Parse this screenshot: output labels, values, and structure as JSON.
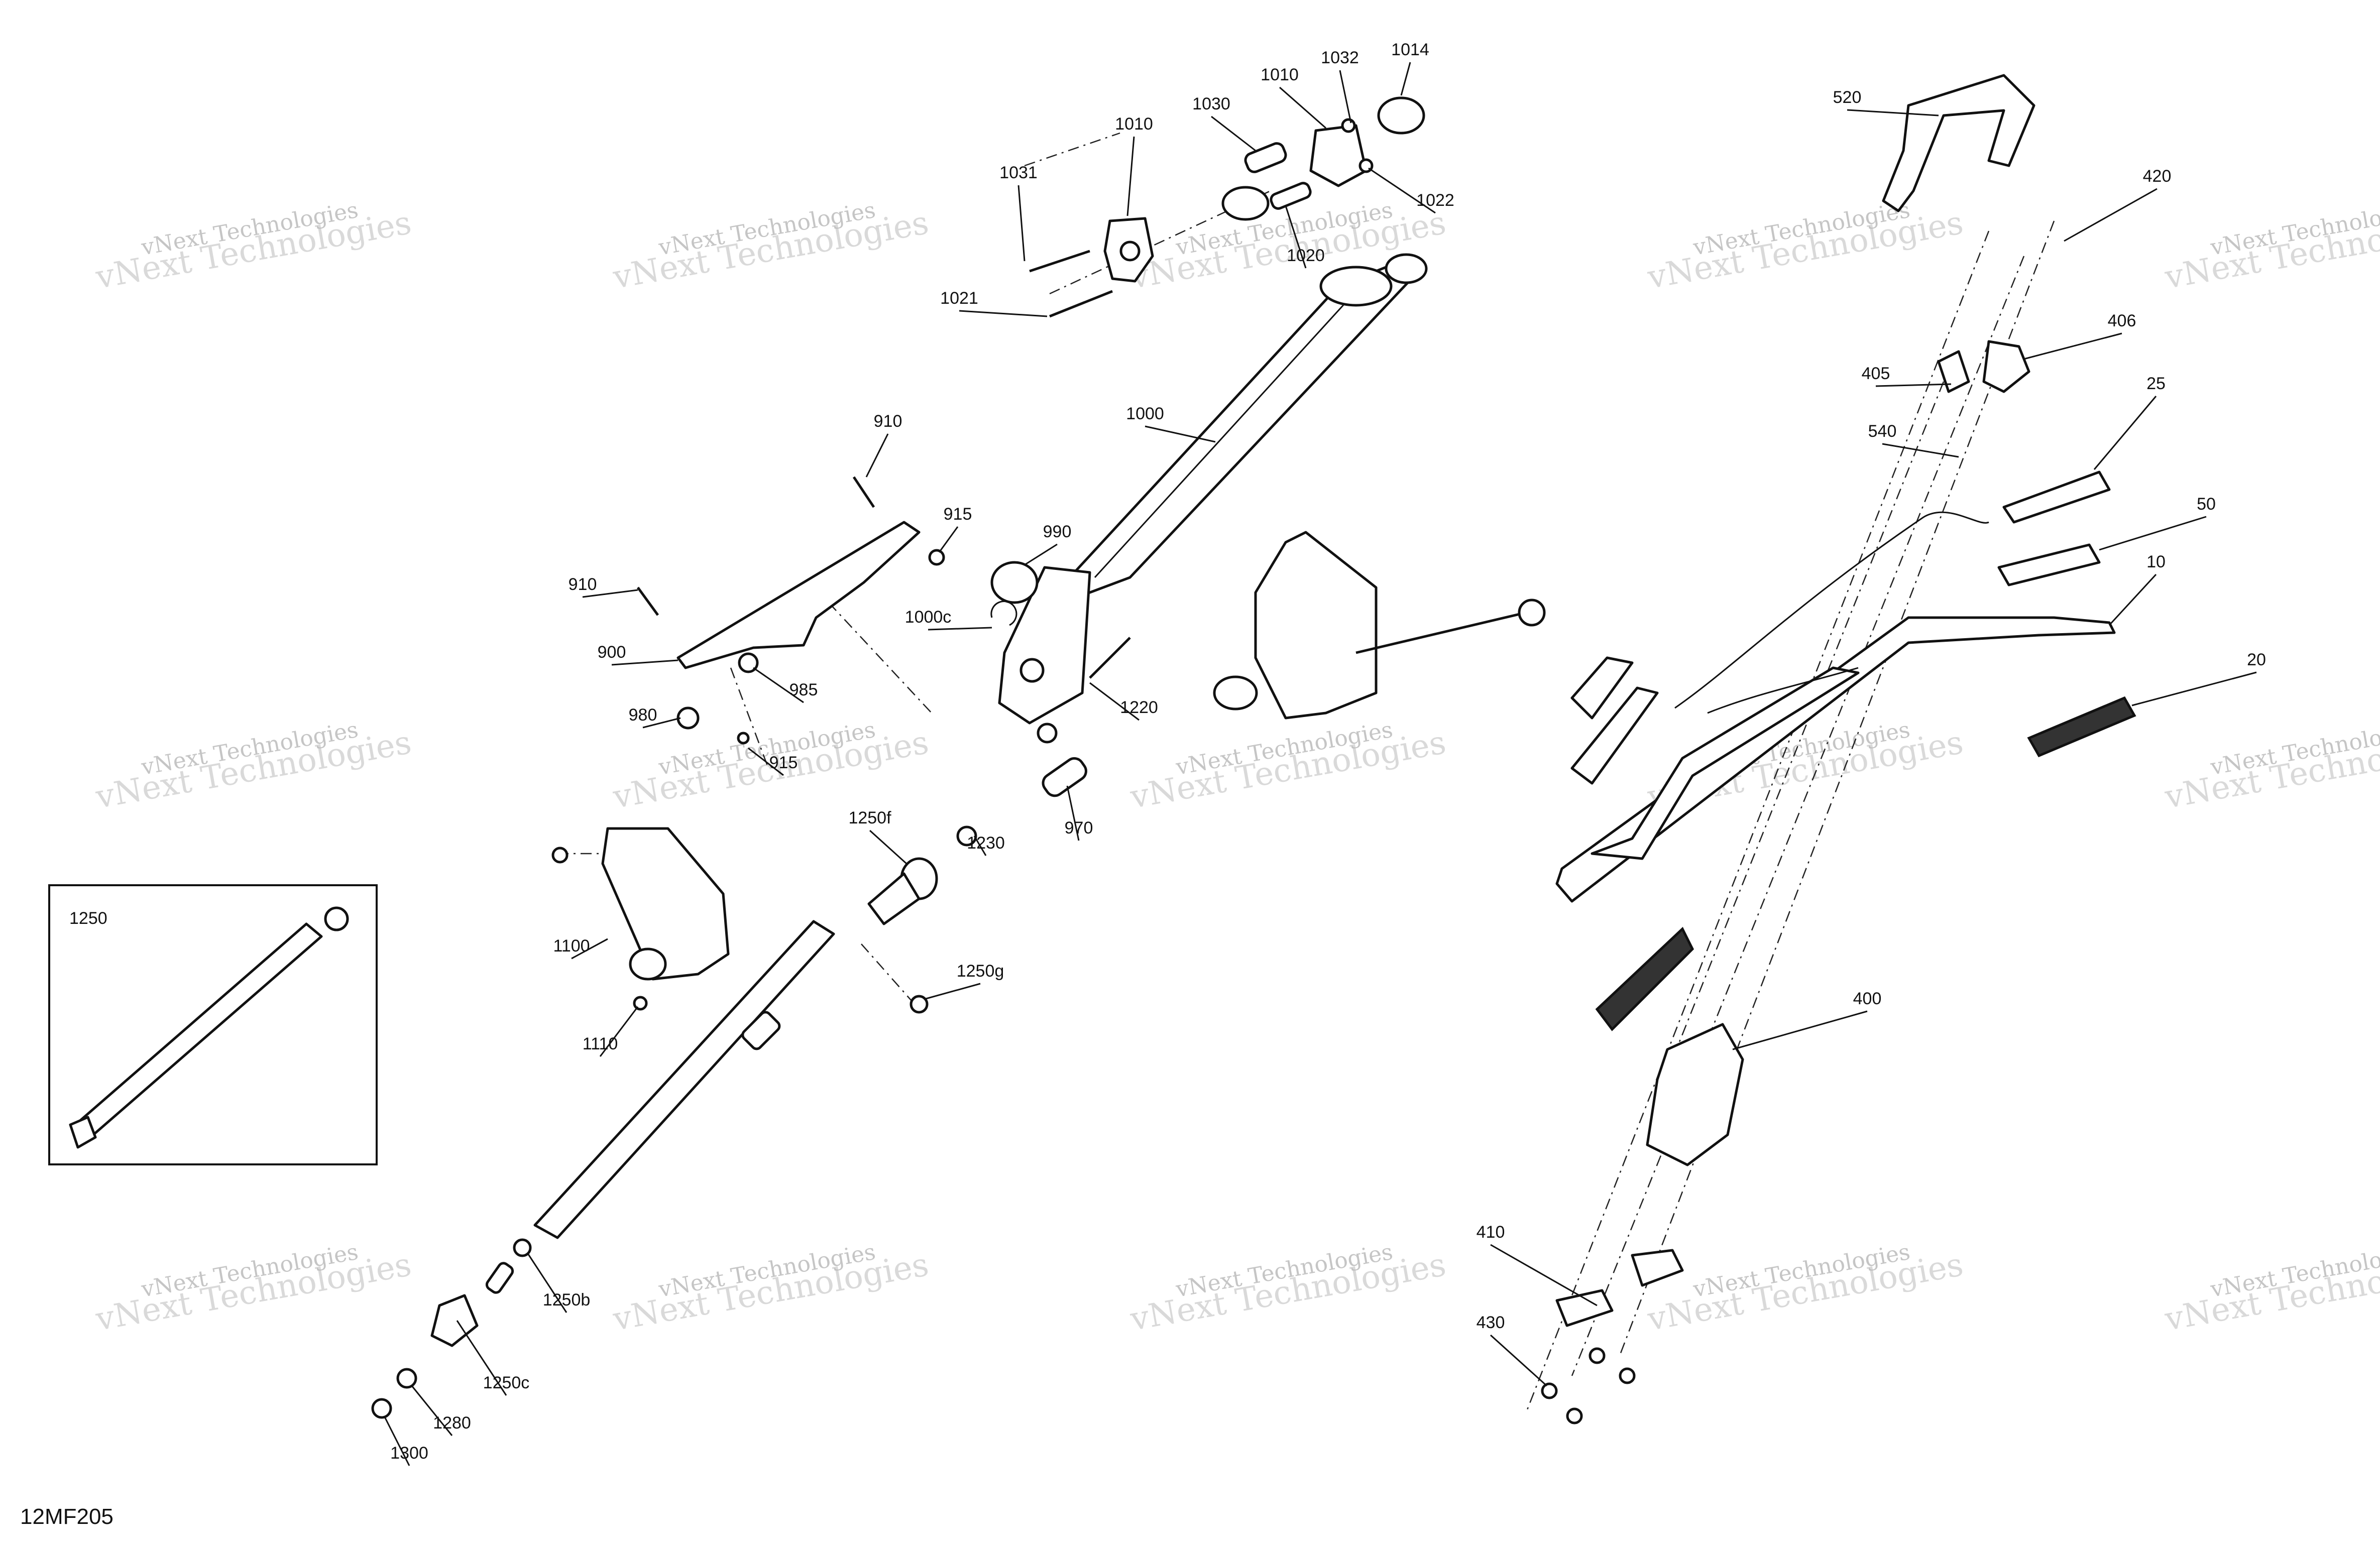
{
  "diagram": {
    "code": "12MF205",
    "watermark": {
      "line1": "vNext Technologies",
      "line2": "vNext Technologies"
    },
    "inset_label": "1250",
    "callouts": [
      "1031",
      "1010",
      "1030",
      "1010",
      "1032",
      "1014",
      "1022",
      "1020",
      "1021",
      "1000",
      "910",
      "915",
      "990",
      "910",
      "900",
      "1000c",
      "985",
      "980",
      "915",
      "1220",
      "1230",
      "970",
      "1250f",
      "1100",
      "1250g",
      "1110",
      "1250b",
      "1250c",
      "1280",
      "1300",
      "520",
      "420",
      "406",
      "405",
      "540",
      "25",
      "50",
      "10",
      "20",
      "400",
      "410",
      "430"
    ]
  }
}
